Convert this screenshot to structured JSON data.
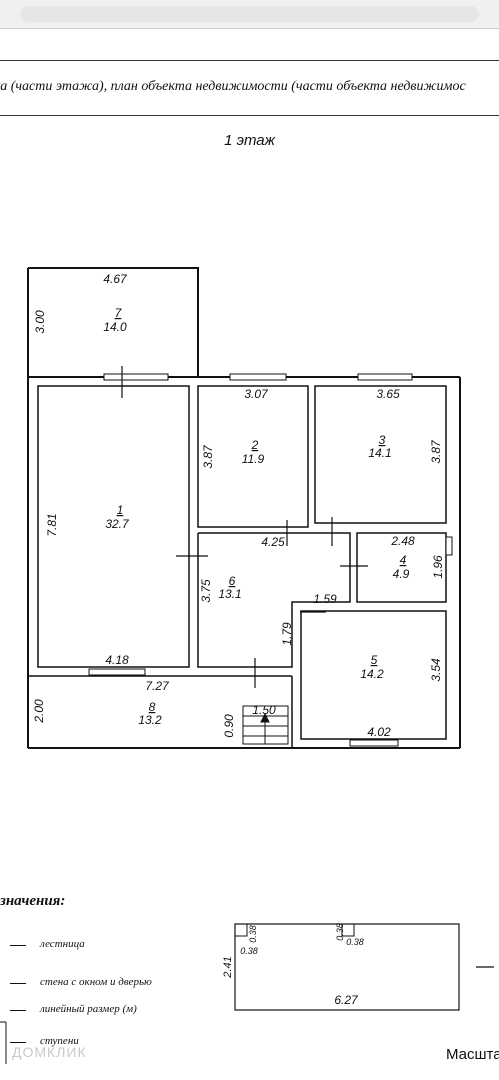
{
  "header": {
    "text": "ка (части этажа), план объекта недвижимости (части объекта недвижимос"
  },
  "floor_title": "1 этаж",
  "rooms": [
    {
      "num": "1",
      "area": "32.7"
    },
    {
      "num": "2",
      "area": "11.9"
    },
    {
      "num": "3",
      "area": "14.1"
    },
    {
      "num": "4",
      "area": "4.9"
    },
    {
      "num": "5",
      "area": "14.2"
    },
    {
      "num": "6",
      "area": "13.1"
    },
    {
      "num": "7",
      "area": "14.0"
    },
    {
      "num": "8",
      "area": "13.2"
    }
  ],
  "dimensions": {
    "r7_width": "4.67",
    "r7_height": "3.00",
    "r1_height": "7.81",
    "r1_bottom": "4.18",
    "r2_top": "3.07",
    "r2_side": "3.87",
    "r3_top": "3.65",
    "r3_side": "3.87",
    "r6_top": "4.25",
    "r6_side": "3.75",
    "r6_step": "1.79",
    "r4_top": "2.48",
    "r4_side": "1.96",
    "r5_top": "1.59",
    "r5_side": "3.54",
    "r5_bottom": "4.02",
    "r8_top": "7.27",
    "r8_side": "2.00",
    "r8_stair_h": "0.90",
    "r8_stair_w": "1.50"
  },
  "legend": {
    "title": "значения:",
    "items": [
      "лестница",
      "стена с окном и дверью",
      "линейный размер (м)",
      "ступени"
    ]
  },
  "aux_plan": {
    "left_dim": "2.41",
    "bottom_dim": "6.27",
    "small_a1": "0.38",
    "small_a2": "0.38",
    "small_b1": "0.38",
    "small_b2": "0.38"
  },
  "scale_label": "Масшта",
  "watermark": "ДОМКЛИК"
}
